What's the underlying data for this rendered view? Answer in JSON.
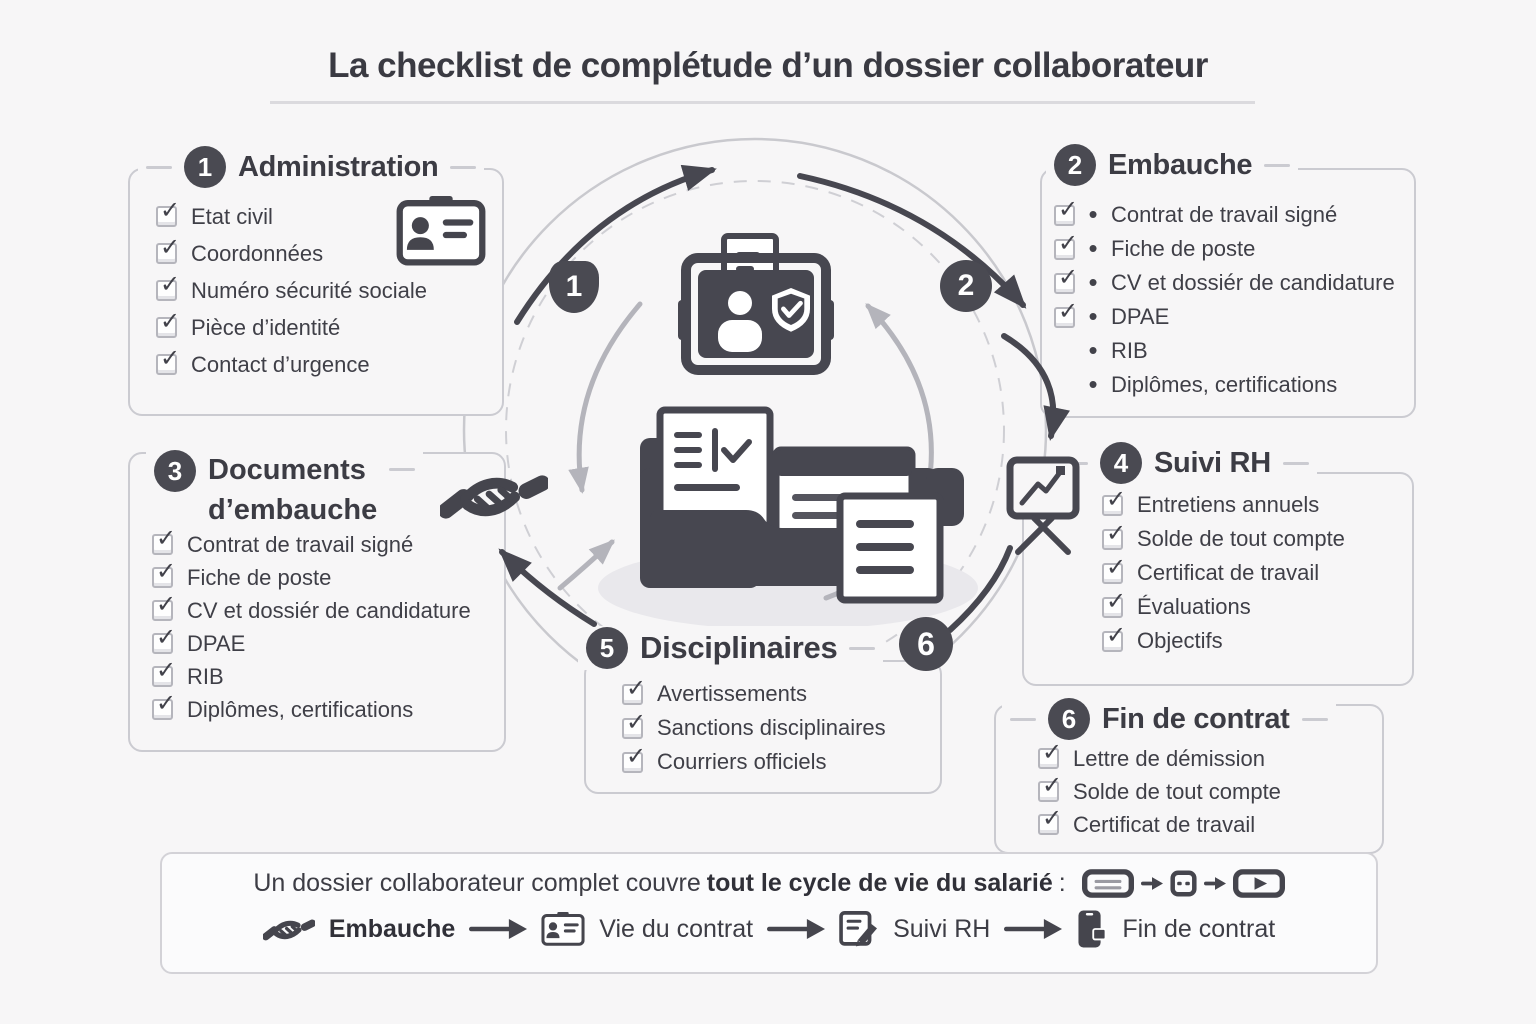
{
  "title": "La checklist de complétude d’un dossier collaborateur",
  "sections": {
    "administration": {
      "number": "1",
      "title": "Administration",
      "items": [
        "Etat civil",
        "Coordonnées",
        "Numéro sécurité sociale",
        "Pièce d’identité",
        "Contact d’urgence"
      ]
    },
    "embauche": {
      "number": "2",
      "title": "Embauche",
      "items": [
        "Contrat de travail signé",
        "Fiche de poste",
        "CV et dossiér de candidature",
        "DPAE",
        "RIB",
        "Diplômes, certifications"
      ]
    },
    "documents_embauche": {
      "number": "3",
      "title_line1": "Documents",
      "title_line2": "d’embauche",
      "items": [
        "Contrat de travail signé",
        "Fiche de poste",
        "CV et dossiér de candidature",
        "DPAE",
        "RIB",
        "Diplômes, certifications"
      ]
    },
    "suivi_rh": {
      "number": "4",
      "title": "Suivi RH",
      "items": [
        "Entretiens annuels",
        "Solde de tout compte",
        "Certificat de travail",
        "Évaluations",
        "Objectifs"
      ]
    },
    "disciplinaires": {
      "number": "5",
      "title": "Disciplinaires",
      "items": [
        "Avertissements",
        "Sanctions disciplinaires",
        "Courriers officiels"
      ]
    },
    "fin_de_contrat": {
      "number": "6",
      "title": "Fin de contrat",
      "items": [
        "Lettre de démission",
        "Solde de tout compte",
        "Certificat de travail"
      ]
    }
  },
  "diagram": {
    "badge_top_left": "1",
    "badge_top_right": "2",
    "badge_bottom_right": "6"
  },
  "footer": {
    "line1_prefix": "Un dossier collaborateur complet couvre",
    "line1_bold": "tout le cycle de vie du salarié",
    "line1_suffix": ":",
    "steps": [
      {
        "label": "Embauche"
      },
      {
        "label": "Vie du contrat"
      },
      {
        "label": "Suivi RH"
      },
      {
        "label": "Fin de contrat"
      }
    ]
  },
  "colors": {
    "ink": "#45454d",
    "badge": "#4a4a52",
    "border": "#cbcbd1",
    "background": "#f7f6f7",
    "arrow_gray": "#b4b4bb"
  }
}
